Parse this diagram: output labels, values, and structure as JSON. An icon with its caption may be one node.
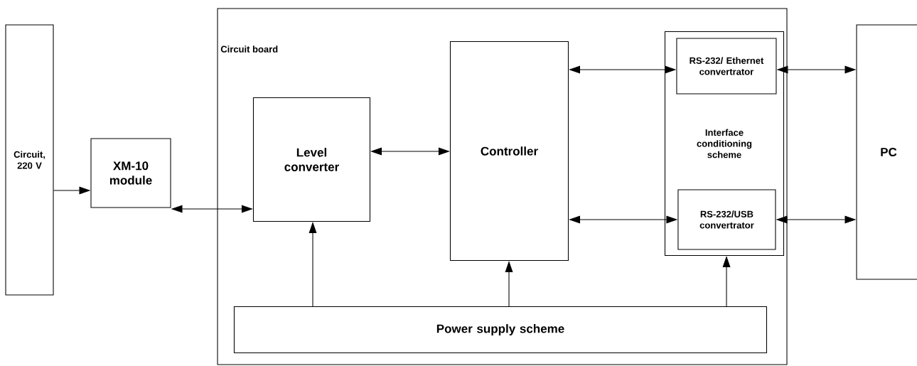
{
  "diagram": {
    "nodes": [
      {
        "text": [
          "Circuit, 220 V"
        ]
      },
      {
        "text": [
          "XM-10 module"
        ]
      },
      {
        "text": [
          "Circuit board"
        ]
      },
      {
        "text": [
          "Level converter"
        ],
        "in": 2
      },
      {
        "text": [
          "Controller"
        ],
        "in": 2
      },
      {
        "text": [
          "Interface conditioning scheme"
        ],
        "in": 2
      },
      {
        "text": [
          "RS-232/ Ethernet convertrator"
        ],
        "in": 5
      },
      {
        "text": [
          "RS-232/USB convertrator"
        ],
        "in": 5
      },
      {
        "text": [
          "Power supply scheme"
        ],
        "in": 2
      },
      {
        "text": [
          "PC"
        ]
      }
    ],
    "edges": [
      {
        "from": 0,
        "to": 1,
        "arrow": "to"
      },
      {
        "from": 1,
        "to": 3,
        "arrow": "both"
      },
      {
        "from": 3,
        "to": 4,
        "arrow": "both"
      },
      {
        "from": 4,
        "to": 6,
        "arrow": "both"
      },
      {
        "from": 4,
        "to": 7,
        "arrow": "both"
      },
      {
        "from": 6,
        "to": 9,
        "arrow": "both"
      },
      {
        "from": 7,
        "to": 9,
        "arrow": "both"
      },
      {
        "from": 8,
        "to": 3,
        "arrow": "to"
      },
      {
        "from": 8,
        "to": 4,
        "arrow": "to"
      },
      {
        "from": 8,
        "to": 5,
        "arrow": "to"
      }
    ]
  }
}
